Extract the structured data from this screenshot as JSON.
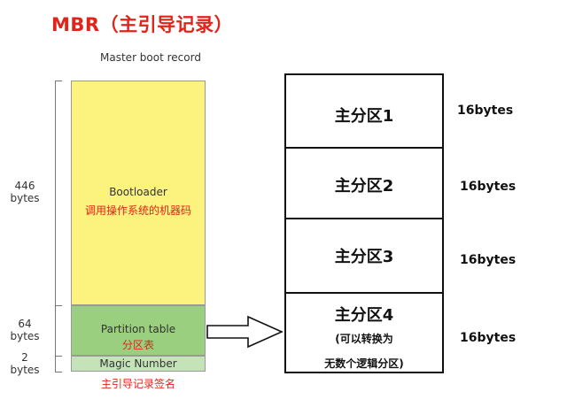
{
  "title": "MBR（主引导记录）",
  "subtitle": "Master boot record",
  "sizes": {
    "boot": {
      "value": "446",
      "unit": "bytes"
    },
    "part": {
      "value": "64",
      "unit": "bytes"
    },
    "magic": {
      "value": "2",
      "unit": "bytes"
    }
  },
  "blocks": {
    "bootloader": {
      "label": "Bootloader",
      "note": "调用操作系统的机器码",
      "color": "#fbf37e"
    },
    "partition_table": {
      "label": "Partition table",
      "note": "分区表",
      "color": "#99cf7e"
    },
    "magic_number": {
      "label": "Magic Number",
      "color": "#c4e3b8"
    }
  },
  "signature_note": "主引导记录签名",
  "partitions": [
    {
      "name": "主分区1",
      "size": "16bytes"
    },
    {
      "name": "主分区2",
      "size": "16bytes"
    },
    {
      "name": "主分区3",
      "size": "16bytes"
    },
    {
      "name": "主分区4",
      "note_line1": "(可以转换为",
      "note_line2": "无数个逻辑分区)",
      "size": "16bytes"
    }
  ],
  "colors": {
    "accent": "#e2231a",
    "border": "#111111"
  }
}
